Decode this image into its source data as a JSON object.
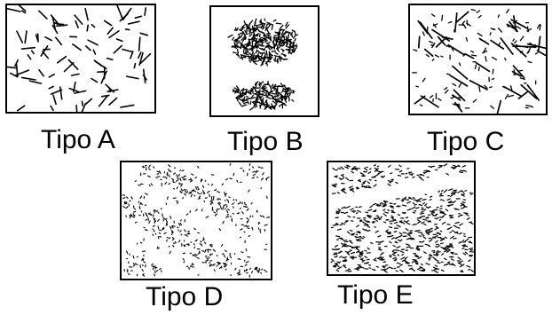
{
  "panels": [
    {
      "id": "a",
      "label": "Tipo A",
      "texture": "scattered-long-strokes"
    },
    {
      "id": "b",
      "label": "Tipo B",
      "texture": "two-dense-clusters"
    },
    {
      "id": "c",
      "label": "Tipo C",
      "texture": "scattered-mixed-strokes"
    },
    {
      "id": "d",
      "label": "Tipo D",
      "texture": "dense-dotted-bands"
    },
    {
      "id": "e",
      "label": "Tipo E",
      "texture": "dense-short-strokes-with-band"
    }
  ],
  "colors": {
    "ink": "#000000",
    "background": "#ffffff"
  }
}
